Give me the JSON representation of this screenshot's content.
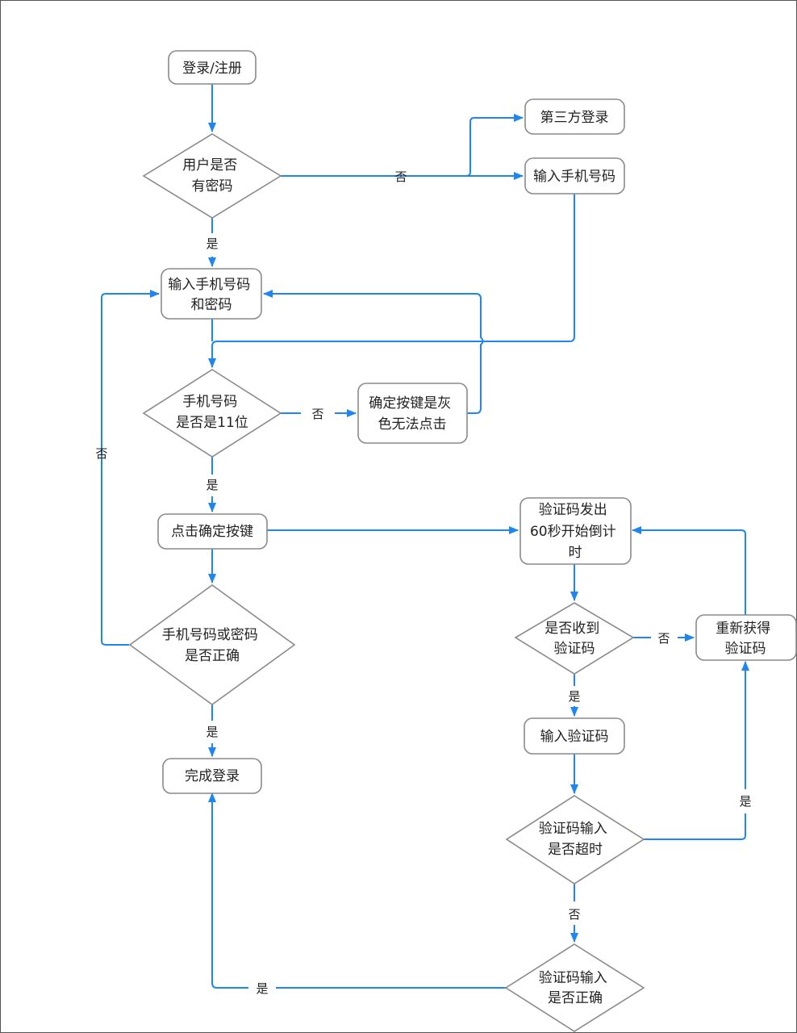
{
  "nodes": {
    "login_register": [
      "登录/注册"
    ],
    "has_password": [
      "用户是否",
      "有密码"
    ],
    "third_party_login": [
      "第三方登录"
    ],
    "input_phone": [
      "输入手机号码"
    ],
    "input_phone_password": [
      "输入手机号码",
      "和密码"
    ],
    "is_11_digits": [
      "手机号码",
      "是否是11位"
    ],
    "confirm_gray": [
      "确定按键是灰",
      "色无法点击"
    ],
    "click_confirm": [
      "点击确定按键"
    ],
    "phone_or_pwd_correct": [
      "手机号码或密码",
      "是否正确"
    ],
    "login_complete": [
      "完成登录"
    ],
    "code_sent": [
      "验证码发出",
      "60秒开始倒计",
      "时"
    ],
    "code_received": [
      "是否收到",
      "验证码"
    ],
    "get_code_again": [
      "重新获得",
      "验证码"
    ],
    "input_code": [
      "输入验证码"
    ],
    "code_timeout": [
      "验证码输入",
      "是否超时"
    ],
    "code_correct": [
      "验证码输入",
      "是否正确"
    ]
  },
  "edge_labels": {
    "has_password_no": "否",
    "has_password_yes": "是",
    "digits_no": "否",
    "digits_yes": "是",
    "pwd_correct_no": "否",
    "pwd_correct_yes": "是",
    "code_received_no": "否",
    "code_received_yes": "是",
    "timeout_yes": "是",
    "timeout_no": "否",
    "code_correct_yes": "是"
  }
}
